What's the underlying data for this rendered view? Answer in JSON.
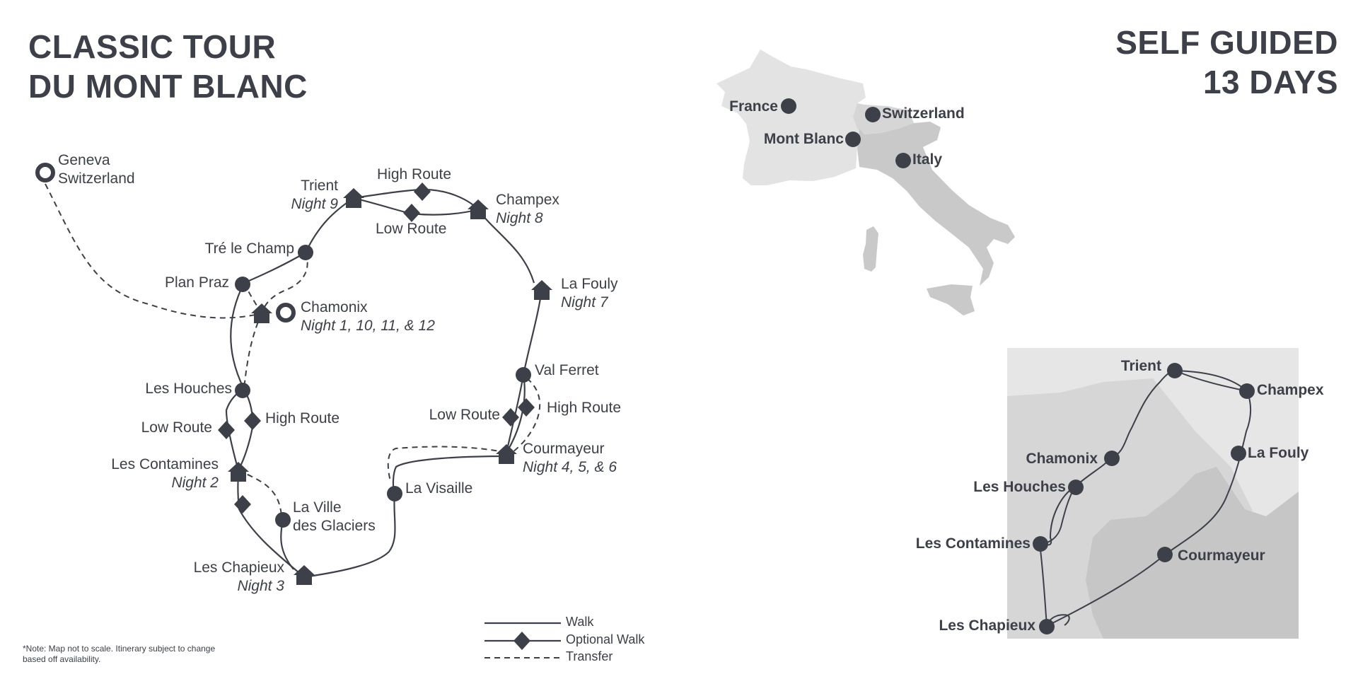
{
  "title_left": [
    "CLASSIC TOUR",
    "DU MONT BLANC"
  ],
  "title_right": [
    "SELF GUIDED",
    "13 DAYS"
  ],
  "route_labels": {
    "geneva": [
      "Geneva",
      "Switzerland"
    ],
    "trient": "Trient",
    "trient_night": "Night 9",
    "high_route_top": "High Route",
    "low_route_top": "Low Route",
    "champex": "Champex",
    "champex_night": "Night 8",
    "tre_le_champ": "Tré le Champ",
    "plan_praz": "Plan Praz",
    "chamonix": "Chamonix",
    "chamonix_night": "Night 1, 10, 11, & 12",
    "la_fouly": "La Fouly",
    "la_fouly_night": "Night 7",
    "val_ferret": "Val Ferret",
    "high_route_right": "High Route",
    "low_route_right": "Low Route",
    "courmayeur": "Courmayeur",
    "courmayeur_night": "Night 4, 5, & 6",
    "les_houches": "Les Houches",
    "low_route_left": "Low Route",
    "high_route_left": "High Route",
    "les_contamines": "Les Contamines",
    "les_contamines_night": "Night 2",
    "la_ville": [
      "La Ville",
      "des Glaciers"
    ],
    "la_visaille": "La Visaille",
    "les_chapieux": "Les Chapieux",
    "les_chapieux_night": "Night 3"
  },
  "country_labels": {
    "france": "France",
    "switzerland": "Switzerland",
    "mont_blanc": "Mont Blanc",
    "italy": "Italy"
  },
  "inset_labels": {
    "trient": "Trient",
    "champex": "Champex",
    "chamonix": "Chamonix",
    "la_fouly": "La Fouly",
    "les_houches": "Les Houches",
    "les_contamines": "Les Contamines",
    "courmayeur": "Courmayeur",
    "les_chapieux": "Les Chapieux"
  },
  "legend": {
    "walk": "Walk",
    "optional_walk": "Optional Walk",
    "transfer": "Transfer"
  },
  "note": "*Note: Map not to scale. Itinerary subject to change based off availability.",
  "colors": {
    "ink": "#3d4049",
    "country_light": "#e3e3e3",
    "country_mid": "#c9c9c9",
    "inset_bg": "#e6e6e6",
    "inset_mid": "#d6d6d6",
    "inset_dark": "#c6c6c6"
  }
}
